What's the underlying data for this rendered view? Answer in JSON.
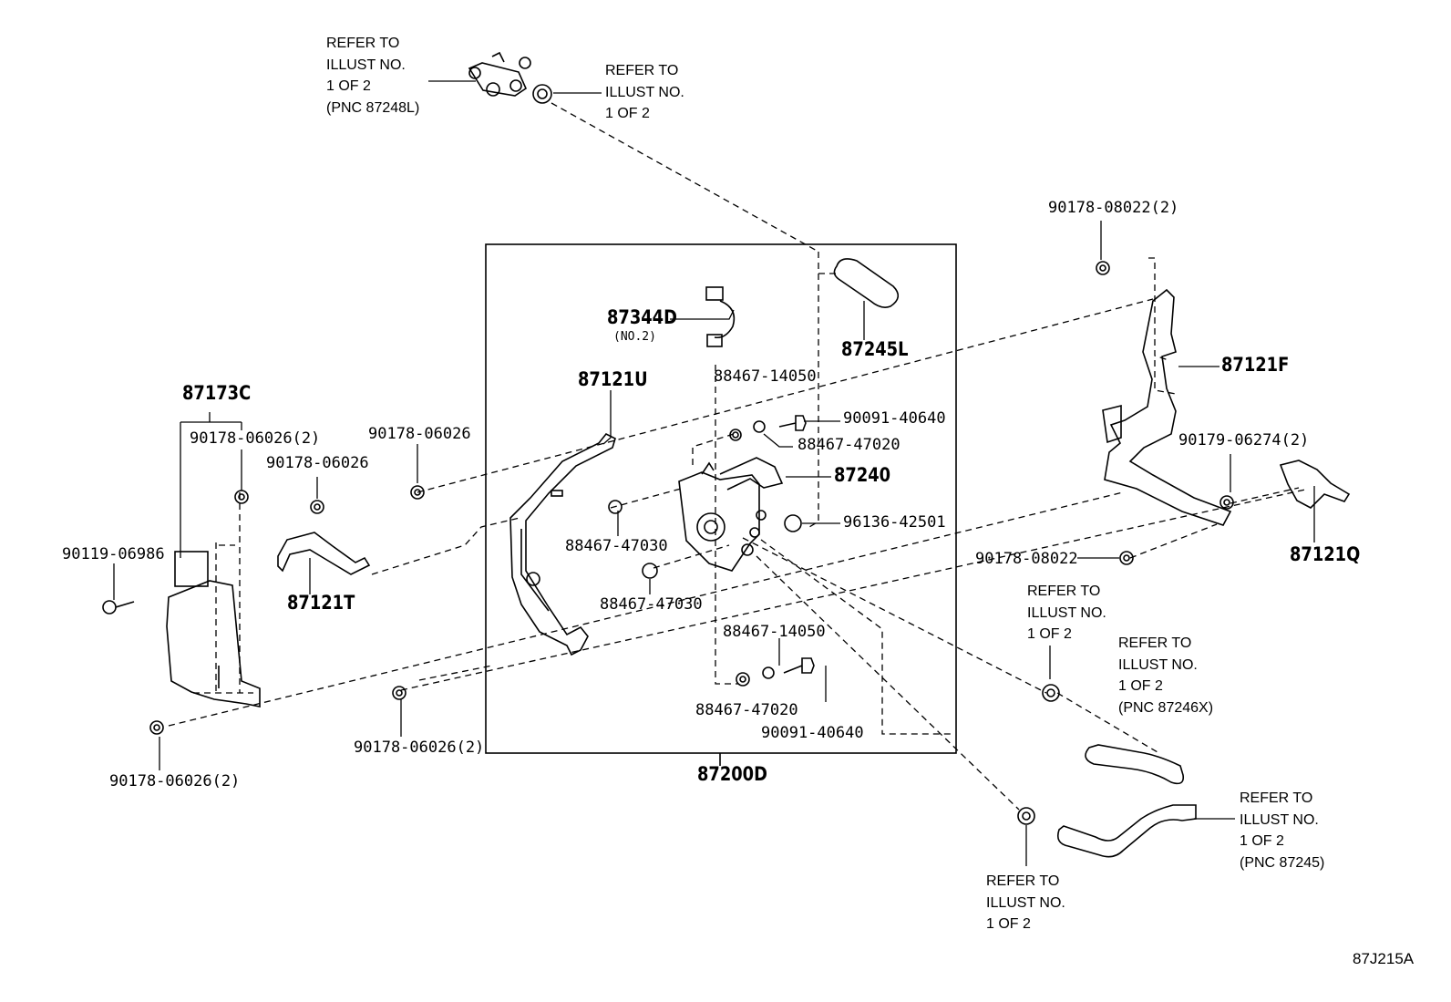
{
  "diagram": {
    "id_label": "87J215A",
    "assembly_label": "87200D",
    "parts": {
      "p87344D": "87344D",
      "p87344D_note": "(NO.2)",
      "p87245L": "87245L",
      "p87121U": "87121U",
      "p87121F": "87121F",
      "p87173C": "87173C",
      "p87121T": "87121T",
      "p87240": "87240",
      "p87121Q": "87121Q",
      "p88467_14050_a": "88467-14050",
      "p88467_47020_a": "88467-47020",
      "p90091_40640_a": "90091-40640",
      "p96136_42501": "96136-42501",
      "p88467_47030_a": "88467-47030",
      "p88467_47030_b": "88467-47030",
      "p88467_14050_b": "88467-14050",
      "p88467_47020_b": "88467-47020",
      "p90091_40640_b": "90091-40640",
      "p90178_08022_2": "90178-08022(2)",
      "p90179_06274_2": "90179-06274(2)",
      "p90178_08022": "90178-08022",
      "p90178_06026_2_top": "90178-06026(2)",
      "p90178_06026_left": "90178-06026",
      "p90178_06026_mid": "90178-06026",
      "p90119_06986": "90119-06986",
      "p90178_06026_2_bl": "90178-06026(2)",
      "p90178_06026_2_bm": "90178-06026(2)"
    },
    "refs": {
      "ref_top_left": [
        "REFER TO",
        "ILLUST NO.",
        "1 OF 2",
        "(PNC 87248L)"
      ],
      "ref_top_mid": [
        "REFER TO",
        "ILLUST NO.",
        "1 OF 2"
      ],
      "ref_right_mid": [
        "REFER TO",
        "ILLUST NO.",
        "1 OF 2"
      ],
      "ref_right_hose": [
        "REFER TO",
        "ILLUST NO.",
        "1 OF 2",
        "(PNC 87246X)"
      ],
      "ref_bottom_hose": [
        "REFER TO",
        "ILLUST NO.",
        "1 OF 2",
        "(PNC 87245)"
      ],
      "ref_bottom_clamp": [
        "REFER TO",
        "ILLUST NO.",
        "1 OF 2"
      ]
    }
  }
}
